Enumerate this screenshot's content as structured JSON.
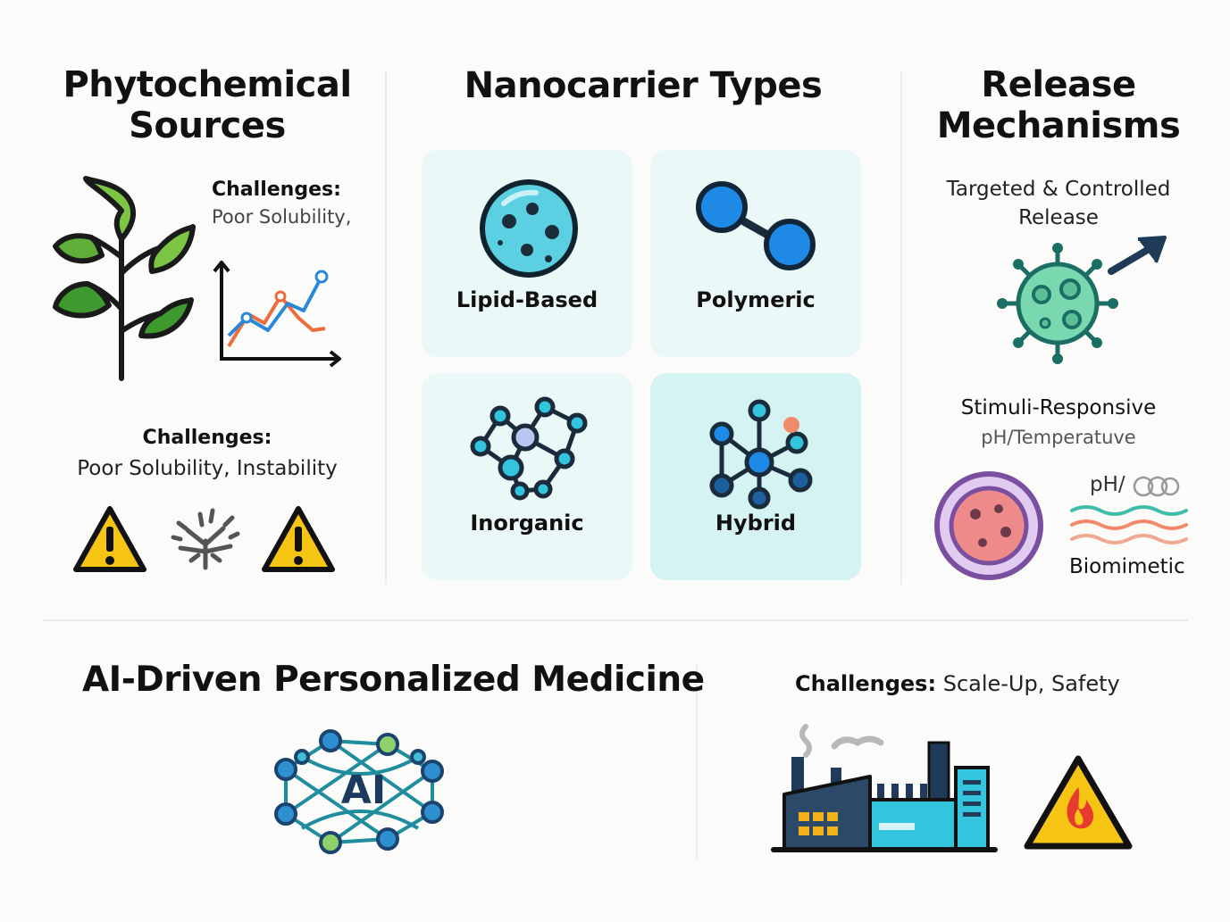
{
  "phytochemical": {
    "title_line1": "Phytochemical",
    "title_line2": "Sources",
    "challenge_right_label": "Challenges:",
    "challenge_right_text": "Poor Solubility,",
    "challenge_bottom_label": "Challenges:",
    "challenge_bottom_text": "Poor Solubility, Instability"
  },
  "nanocarrier": {
    "title": "Nanocarrier Types",
    "cards": [
      {
        "label": "Lipid-Based"
      },
      {
        "label": "Polymeric"
      },
      {
        "label": "Inorganic"
      },
      {
        "label": "Hybrid"
      }
    ]
  },
  "release": {
    "title_line1": "Release",
    "title_line2": "Mechanisms",
    "targeted_line1": "Targeted & Controlled",
    "targeted_line2": "Release",
    "stimuli_title": "Stimuli-Responsive",
    "stimuli_sub": "pH/Temperatuve",
    "ph_label": "pH/",
    "biomimetic": "Biomimetic"
  },
  "ai": {
    "title": "AI-Driven Personalized Medicine",
    "icon_text": "AI"
  },
  "scale": {
    "challenge_label": "Challenges:",
    "challenge_text": "Scale-Up, Safety"
  },
  "colors": {
    "leaf_green": "#5fae3a",
    "warning_yellow": "#f6c514",
    "navy": "#1f3b57",
    "cyan": "#33c4de",
    "blue": "#1e8ae6"
  }
}
